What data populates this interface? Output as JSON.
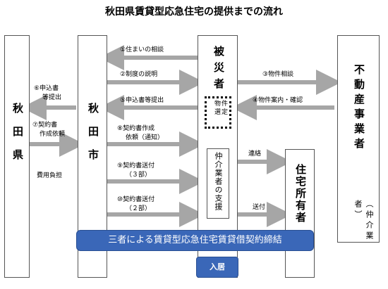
{
  "title": "秋田県賃貸型応急住宅の提供までの流れ",
  "actors": {
    "pref": "秋田県",
    "city": "秋田市",
    "victim": "被災者",
    "realtor_main": "不動産事業者",
    "realtor_sub": "仲介業者",
    "owner": "住宅所有者",
    "broker_support": "仲介業者の支援",
    "property_select": "物件選定"
  },
  "steps": {
    "s1": "①住まいの相談",
    "s2": "②制度の説明",
    "s3": "③物件相談",
    "s4": "④物件案内・確認",
    "s5_city": "⑤申込書等提出",
    "s6_line1": "⑥申込書",
    "s6_line2": "等提出",
    "s7_line1": "⑦契約書",
    "s7_line2": "作成依頼",
    "s8_line1": "⑧契約書作成",
    "s8_line2": "依頼（通知）",
    "s9_line1": "⑨契約書送付",
    "s9_line2": "（３部）",
    "s10_line1": "⑩契約書送付",
    "s10_line2": "（２部）",
    "contact": "連絡",
    "send": "送付",
    "cost": "費用負担"
  },
  "banner": "三者による賃貸型応急住宅賃貸借契約締結",
  "move_in": "入居",
  "colors": {
    "arrow": "#a6a6a6",
    "banner": "#3a67b8"
  }
}
